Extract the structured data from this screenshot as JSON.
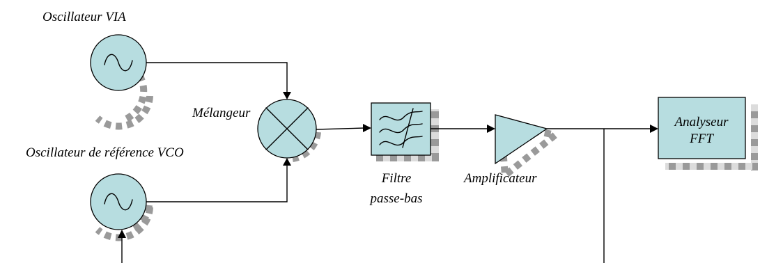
{
  "labels": {
    "oscillator_via": "Oscillateur  VIA",
    "mixer": "Mélangeur",
    "oscillator_ref": "Oscillateur de référence VCO",
    "filter_line1": "Filtre",
    "filter_line2": "passe-bas",
    "amplifier": "Amplificateur",
    "analyzer_line1": "Analyseur",
    "analyzer_line2": "FFT"
  },
  "colors": {
    "block_fill": "#b7dde0",
    "shadow_gray": "#9a9a9a",
    "shadow_light": "#e0e0e0",
    "line": "#000000"
  },
  "icons": [
    "sine-wave-icon",
    "mixer-cross-icon",
    "lowpass-filter-icon",
    "amplifier-triangle-icon"
  ]
}
